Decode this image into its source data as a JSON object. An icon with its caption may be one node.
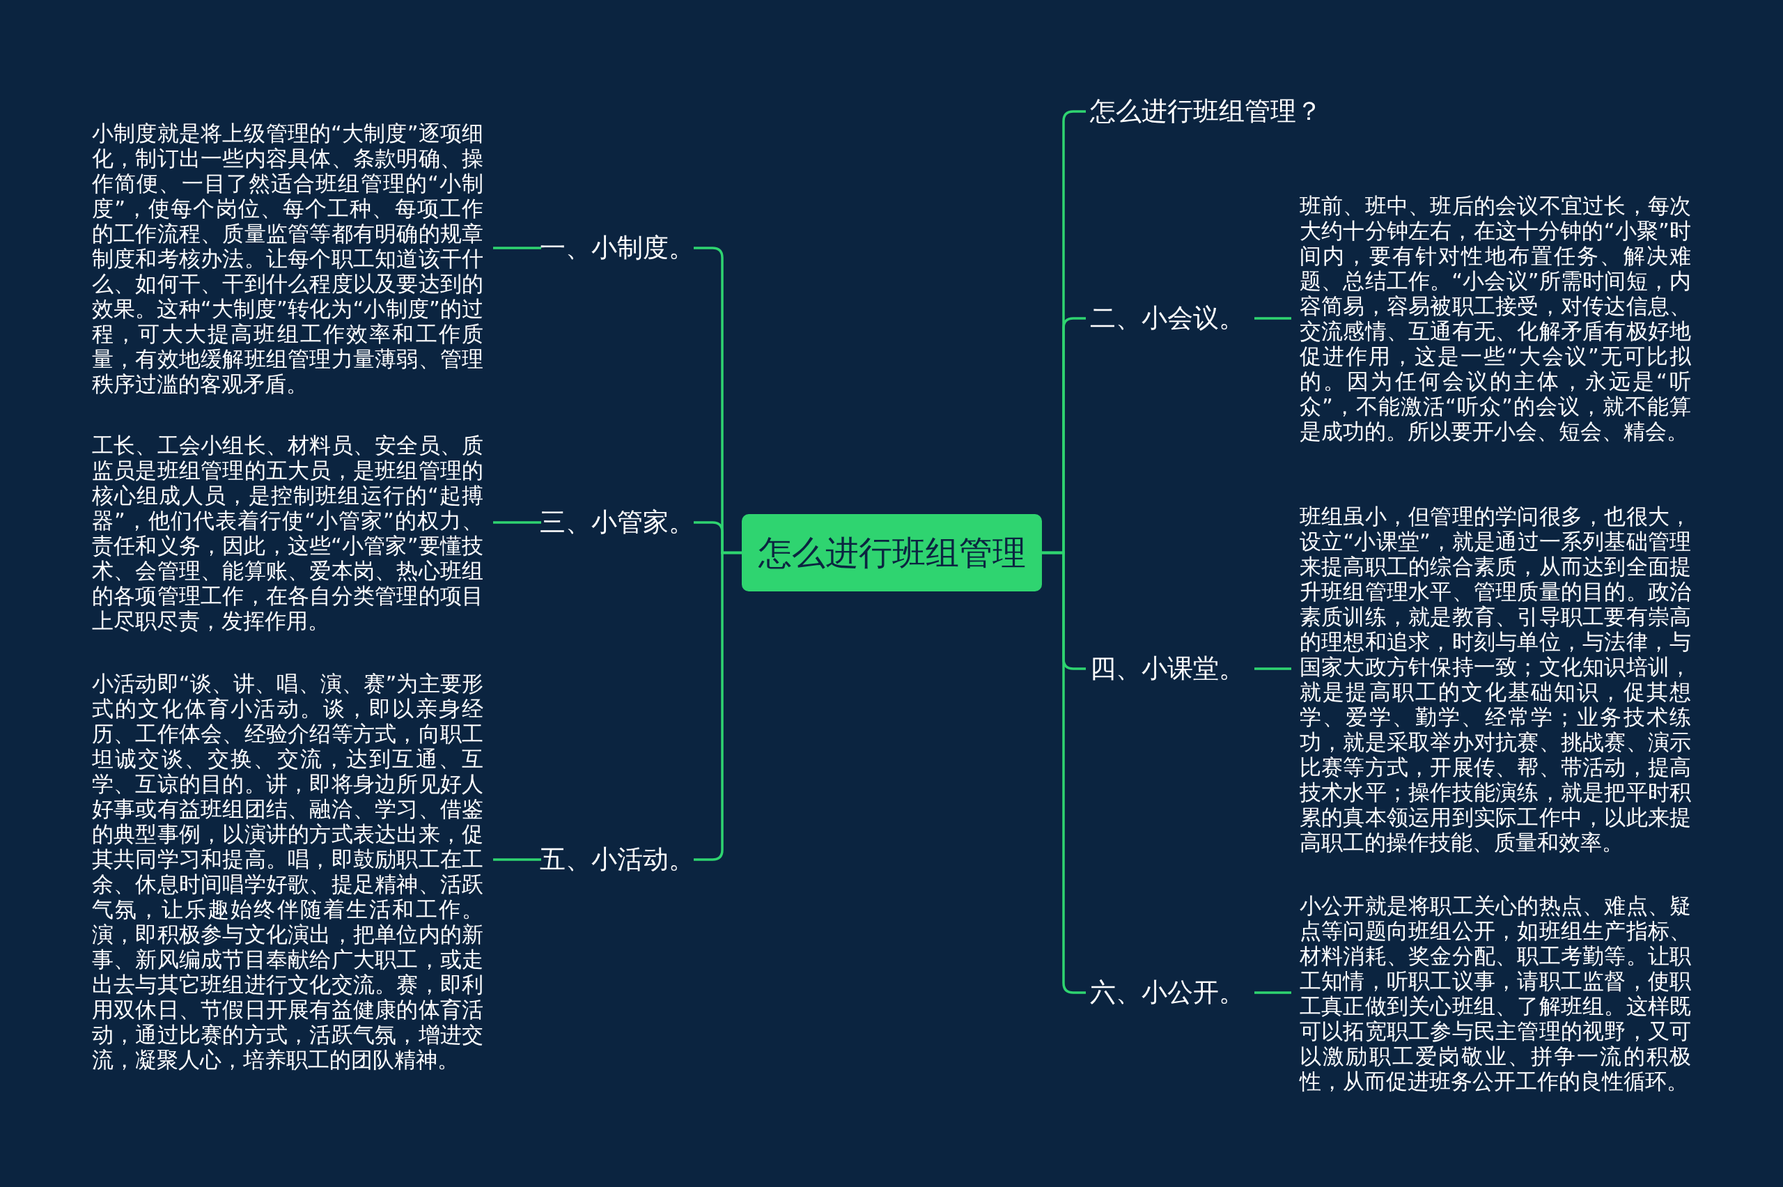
{
  "diagram": {
    "nodes": [
      {
        "text": [
          "怎么进行班组管理"
        ]
      },
      {
        "text": [
          "怎么进行班组管理？"
        ]
      },
      {
        "text": [
          "二、小会议。"
        ]
      },
      {
        "text": [
          "班前、班中、班后的会议不宜过长，每次大约十分钟左右，在这十分钟的“小聚”时间内，要有针对性地布置任务、解决难题、总结工作。“小会议”所需时间短，内容简易，容易被职工接受，对传达信息、交流感情、互通有无、化解矛盾有极好地促进作用，这是一些“大会议”无可比拟的。因为任何会议的主体，永远是“听众”，不能激活“听众”的会议，就不能算是成功的。所以要开小会、短会、精会。"
        ]
      },
      {
        "text": [
          "四、小课堂。"
        ]
      },
      {
        "text": [
          "班组虽小，但管理的学问很多，也很大，设立“小课堂”，就是通过一系列基础管理来提高职工的综合素质，从而达到全面提升班组管理水平、管理质量的目的。政治素质训练，就是教育、引导职工要有崇高的理想和追求，时刻与单位，与法律，与国家大政方针保持一致；文化知识培训，就是提高职工的文化基础知识，促其想学、爱学、勤学、经常学；业务技术练功，就是采取举办对抗赛、挑战赛、演示比赛等方式，开展传、帮、带活动，提高技术水平；操作技能演练，就是把平时积累的真本领运用到实际工作中，以此来提高职工的操作技能、质量和效率。"
        ]
      },
      {
        "text": [
          "六、小公开。"
        ]
      },
      {
        "text": [
          "小公开就是将职工关心的热点、难点、疑点等问题向班组公开，如班组生产指标、材料消耗、奖金分配、职工考勤等。让职工知情，听职工议事，请职工监督，使职工真正做到关心班组、了解班组。这样既可以拓宽职工参与民主管理的视野，又可以激励职工爱岗敬业、拼争一流的积极性，从而促进班务公开工作的良性循环。"
        ]
      },
      {
        "text": [
          "一、小制度。"
        ]
      },
      {
        "text": [
          "小制度就是将上级管理的“大制度”逐项细化，制订出一些内容具体、条款明确、操作简便、一目了然适合班组管理的“小制度”，使每个岗位、每个工种、每项工作的工作流程、质量监管等都有明确的规章制度和考核办法。让每个职工知道该干什么、如何干、干到什么程度以及要达到的效果。这种“大制度”转化为“小制度”的过程，可大大提高班组工作效率和工作质量，有效地缓解班组管理力量薄弱、管理秩序过滥的客观矛盾。"
        ]
      },
      {
        "text": [
          "三、小管家。"
        ]
      },
      {
        "text": [
          "工长、工会小组长、材料员、安全员、质监员是班组管理的五大员，是班组管理的核心组成人员，是控制班组运行的“起搏器”，他们代表着行使“小管家”的权力、责任和义务，因此，这些“小管家”要懂技术、会管理、能算账、爱本岗、热心班组的各项管理工作，在各自分类管理的项目上尽职尽责，发挥作用。"
        ]
      },
      {
        "text": [
          "五、小活动。"
        ]
      },
      {
        "text": [
          "小活动即“谈、讲、唱、演、赛”为主要形式的文化体育小活动。谈，即以亲身经历、工作体会、经验介绍等方式，向职工坦诚交谈、交换、交流，达到互通、互学、互谅的目的。讲，即将身边所见好人好事或有益班组团结、融洽、学习、借鉴的典型事例，以演讲的方式表达出来，促其共同学习和提高。唱，即鼓励职工在工余、休息时间唱学好歌、提足精神、活跃气氛，让乐趣始终伴随着生活和工作。演，即积极参与文化演出，把单位内的新事、新风编成节目奉献给广大职工，或走出去与其它班组进行文化交流。赛，即利用双休日、节假日开展有益健康的体育活动，通过比赛的方式，活跃气氛，增进交流，凝聚人心，培养职工的团队精神。"
        ]
      }
    ],
    "edges": [
      {
        "from": 0,
        "to": 1,
        "arrow": "none"
      },
      {
        "from": 0,
        "to": 2,
        "arrow": "none"
      },
      {
        "from": 2,
        "to": 3,
        "arrow": "none"
      },
      {
        "from": 0,
        "to": 4,
        "arrow": "none"
      },
      {
        "from": 4,
        "to": 5,
        "arrow": "none"
      },
      {
        "from": 0,
        "to": 6,
        "arrow": "none"
      },
      {
        "from": 6,
        "to": 7,
        "arrow": "none"
      },
      {
        "from": 0,
        "to": 8,
        "arrow": "none"
      },
      {
        "from": 8,
        "to": 9,
        "arrow": "none"
      },
      {
        "from": 0,
        "to": 10,
        "arrow": "none"
      },
      {
        "from": 10,
        "to": 11,
        "arrow": "none"
      },
      {
        "from": 0,
        "to": 12,
        "arrow": "none"
      },
      {
        "from": 12,
        "to": 13,
        "arrow": "none"
      }
    ]
  }
}
